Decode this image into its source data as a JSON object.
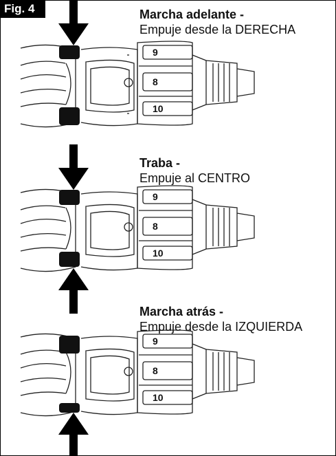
{
  "figure": {
    "label": "Fig. 4",
    "panels": [
      {
        "title": "Marcha adelante -",
        "description": "Empuje desde la DERECHA",
        "ring_numbers": [
          "9",
          "8",
          "10"
        ]
      },
      {
        "title": "Traba -",
        "description": "Empuje al CENTRO",
        "ring_numbers": [
          "9",
          "8",
          "10"
        ]
      },
      {
        "title": "Marcha atrás -",
        "description": "Empuje desde la IZQUIERDA",
        "ring_numbers": [
          "9",
          "8",
          "10"
        ]
      }
    ]
  }
}
